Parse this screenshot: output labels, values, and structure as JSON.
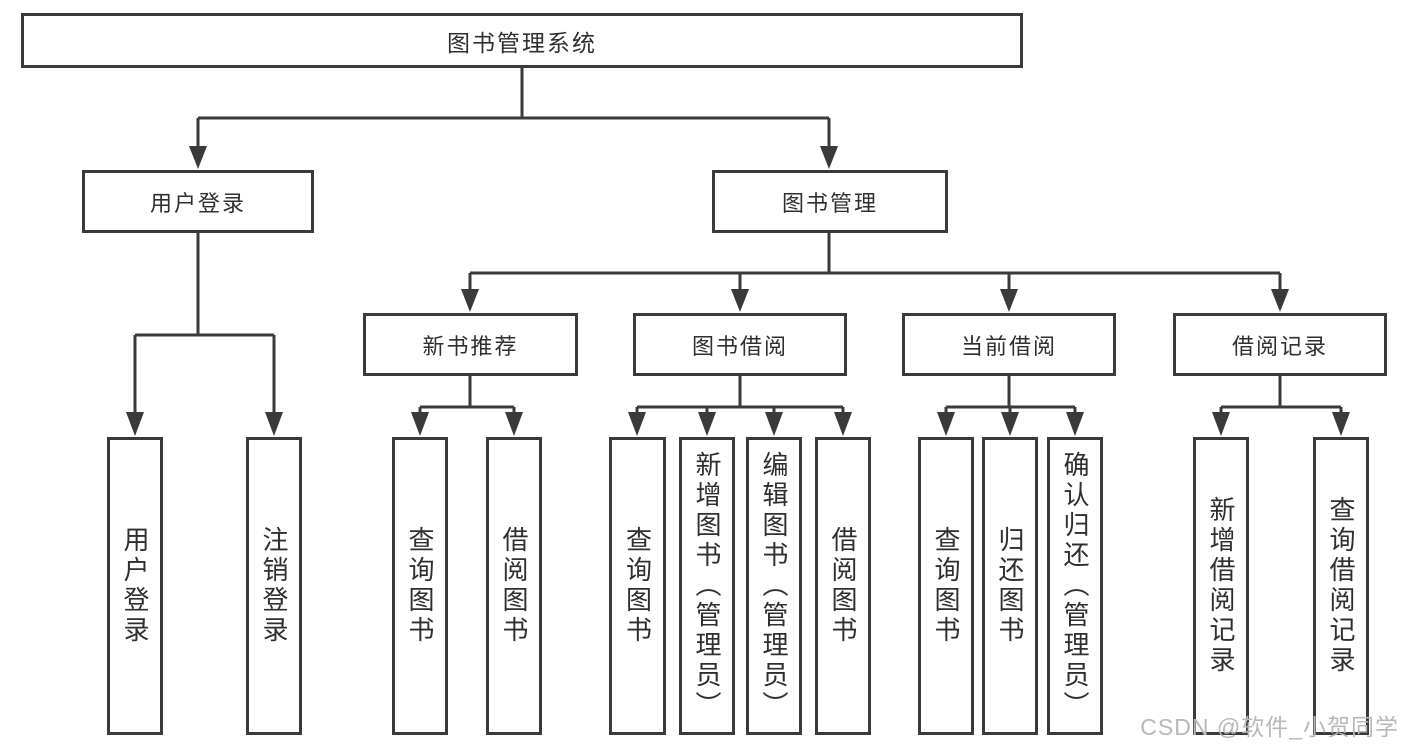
{
  "diagram": {
    "title": "图书管理系统",
    "branches": [
      {
        "label": "用户登录",
        "children": [
          {
            "label": "用户登录"
          },
          {
            "label": "注销登录"
          }
        ]
      },
      {
        "label": "图书管理",
        "children": [
          {
            "label": "新书推荐",
            "children": [
              {
                "label": "查询图书"
              },
              {
                "label": "借阅图书"
              }
            ]
          },
          {
            "label": "图书借阅",
            "children": [
              {
                "label": "查询图书"
              },
              {
                "label": "新增图书（管理员）"
              },
              {
                "label": "编辑图书（管理员）"
              },
              {
                "label": "借阅图书"
              }
            ]
          },
          {
            "label": "当前借阅",
            "children": [
              {
                "label": "查询图书"
              },
              {
                "label": "归还图书"
              },
              {
                "label": "确认归还（管理员）"
              }
            ]
          },
          {
            "label": "借阅记录",
            "children": [
              {
                "label": "新增借阅记录"
              },
              {
                "label": "查询借阅记录"
              }
            ]
          }
        ]
      }
    ]
  },
  "watermark": {
    "text": "CSDN @软件_小贺同学"
  },
  "colors": {
    "line": "#3a3a3a",
    "text": "#2f2f2f",
    "watermark": "#b8b8b8"
  }
}
